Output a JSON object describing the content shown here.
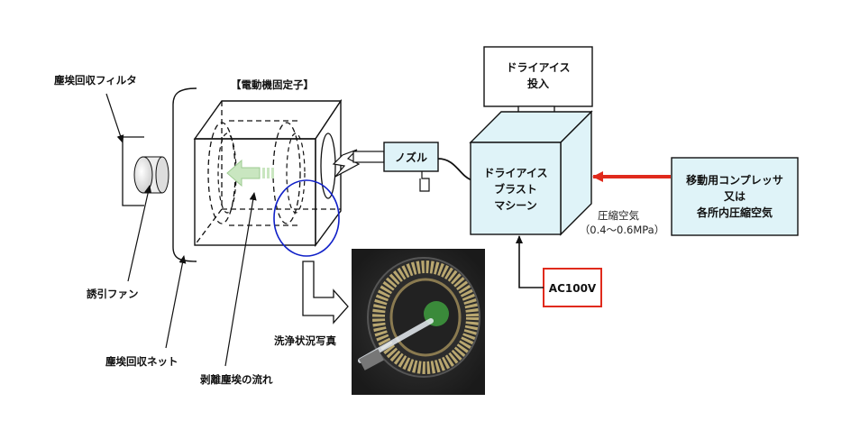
{
  "labels": {
    "filter": "塵埃回収フィルタ",
    "stator": "【電動機固定子】",
    "fan": "誘引ファン",
    "net": "塵埃回収ネット",
    "flow": "剥離塵埃の流れ",
    "photo_caption": "洗浄状況写真",
    "nozzle": "ノズル",
    "ice_input_line1": "ドライアイス",
    "ice_input_line2": "投入",
    "machine_line1": "ドライアイス",
    "machine_line2": "ブラスト",
    "machine_line3": "マシーン",
    "compressor_line1": "移動用コンプレッサ",
    "compressor_line2": "又は",
    "compressor_line3": "各所内圧縮空気",
    "pressure_line1": "圧縮空気",
    "pressure_line2": "（0.4～0.6MPa）",
    "power": "AC100V"
  },
  "colors": {
    "box_fill": "#dff3f8",
    "red": "#e02a1c",
    "blue_circle": "#1020c8",
    "flow_arrow": "#c9e6c0"
  },
  "icons": {
    "photo": "stator-photo",
    "flow_arrow": "green-arrow-icon",
    "caption_arrow": "white-bent-arrow-icon",
    "spark": "lightning-icon"
  }
}
